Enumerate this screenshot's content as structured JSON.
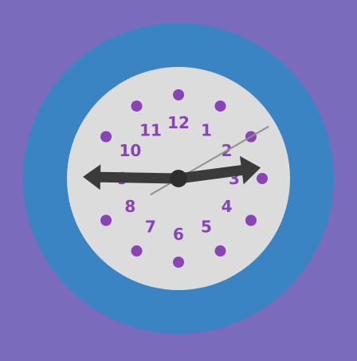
{
  "colors": {
    "background": "#7b6bbd",
    "bezel": "#3a84c4",
    "face": "#dcdcdc",
    "marks": "#8a43b7",
    "hands": "#3b3b3b",
    "second_hand": "#8f8f8f"
  },
  "clock": {
    "numerals": [
      "12",
      "1",
      "2",
      "3",
      "4",
      "5",
      "6",
      "7",
      "8",
      "9",
      "10",
      "11"
    ],
    "time": {
      "hours": 2,
      "minutes": 45,
      "seconds": 10
    }
  }
}
